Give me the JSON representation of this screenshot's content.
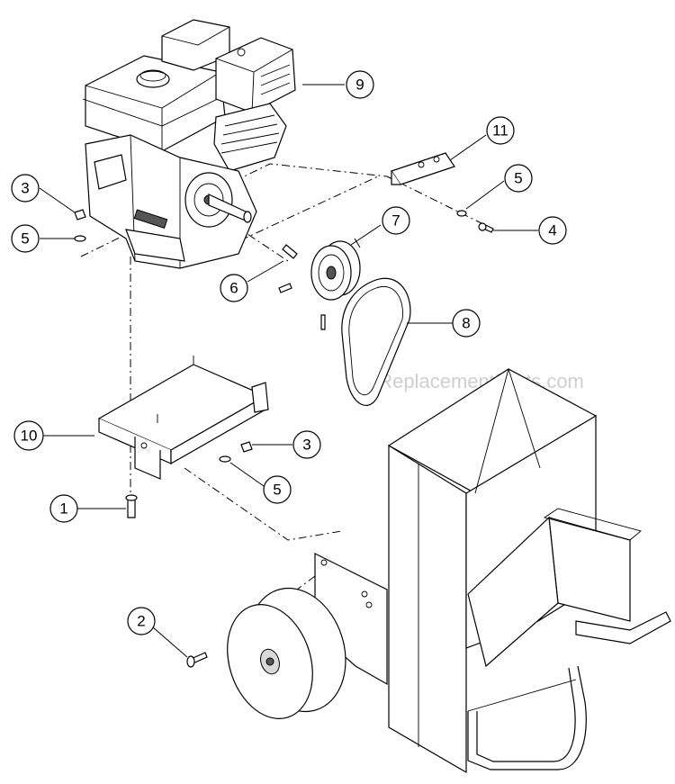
{
  "watermark": "eReplacementParts.com",
  "callouts": [
    {
      "id": "callout-1",
      "label": "1"
    },
    {
      "id": "callout-2",
      "label": "2"
    },
    {
      "id": "callout-3-upper",
      "label": "3"
    },
    {
      "id": "callout-3-lower",
      "label": "3"
    },
    {
      "id": "callout-4",
      "label": "4"
    },
    {
      "id": "callout-5-left",
      "label": "5"
    },
    {
      "id": "callout-5-right",
      "label": "5"
    },
    {
      "id": "callout-5-lower",
      "label": "5"
    },
    {
      "id": "callout-6",
      "label": "6"
    },
    {
      "id": "callout-7",
      "label": "7"
    },
    {
      "id": "callout-8",
      "label": "8"
    },
    {
      "id": "callout-9",
      "label": "9"
    },
    {
      "id": "callout-10",
      "label": "10"
    },
    {
      "id": "callout-11",
      "label": "11"
    }
  ],
  "colors": {
    "line": "#000000",
    "background": "#ffffff",
    "watermark": "#cfcfcf"
  }
}
